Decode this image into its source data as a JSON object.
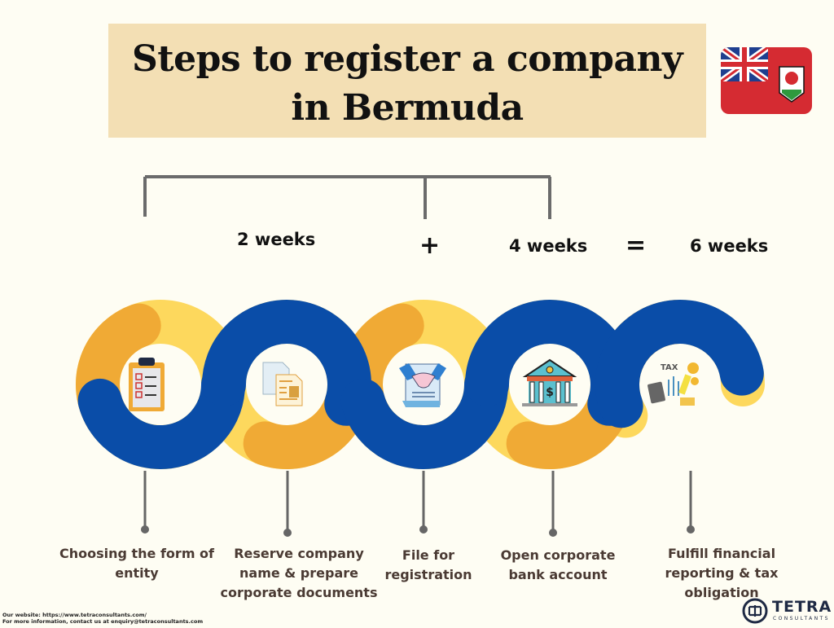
{
  "title": "Steps to register a company in Bermuda",
  "flag_icon": "bermuda-flag-icon",
  "timeline": {
    "first_duration": "2 weeks",
    "plus": "+",
    "second_duration": "4 weeks",
    "equals": "=",
    "total_duration": "6 weeks"
  },
  "colors": {
    "yellow": "#FDD85D",
    "orange": "#F0AA35",
    "blue": "#0A4DA8",
    "title_bg": "#F3DFB4",
    "background": "#FEFDF3"
  },
  "steps": [
    {
      "label": "Choosing the form of entity",
      "icon": "clipboard-checklist-icon"
    },
    {
      "label": "Reserve company name & prepare corporate documents",
      "icon": "documents-icon"
    },
    {
      "label": "File for registration",
      "icon": "handshake-contract-icon"
    },
    {
      "label": "Open corporate bank account",
      "icon": "bank-icon"
    },
    {
      "label": "Fulfill financial reporting & tax obligation",
      "icon": "tax-calculator-icon",
      "icon_text": "TAX"
    }
  ],
  "footer": {
    "website": "Our website: https://www.tetraconsultants.com/",
    "contact": "For more information, contact us at enquiry@tetraconsultants.com"
  },
  "logo": {
    "name": "TETRA",
    "sub": "CONSULTANTS"
  }
}
